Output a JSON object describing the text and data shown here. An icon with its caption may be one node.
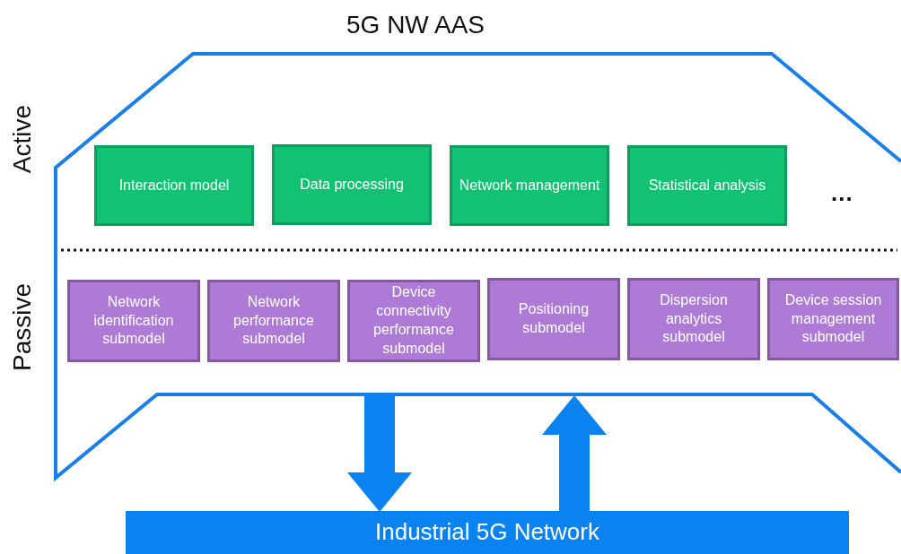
{
  "diagram": {
    "nodes": [
      {
        "text": [
          "5G NW AAS"
        ]
      },
      {
        "text": [
          "Interaction model"
        ],
        "in": 0
      },
      {
        "text": [
          "Data processing"
        ],
        "in": 0
      },
      {
        "text": [
          "Network management"
        ],
        "in": 0
      },
      {
        "text": [
          "Statistical analysis"
        ],
        "in": 0
      },
      {
        "text": [
          "Network identification submodel"
        ],
        "in": 0
      },
      {
        "text": [
          "Network performance submodel"
        ],
        "in": 0
      },
      {
        "text": [
          "Device connectivity performance submodel"
        ],
        "in": 0
      },
      {
        "text": [
          "Positioning submodel"
        ],
        "in": 0
      },
      {
        "text": [
          "Dispersion analytics submodel"
        ],
        "in": 0
      },
      {
        "text": [
          "Device session management submodel"
        ],
        "in": 0
      },
      {
        "text": [
          "Industrial 5G Network"
        ]
      }
    ],
    "edges": [
      {
        "from": 0,
        "to": 11,
        "arrow": "to"
      },
      {
        "from": 11,
        "to": 0,
        "arrow": "to"
      }
    ],
    "labels": [
      "Active",
      "Passive",
      "..."
    ]
  }
}
